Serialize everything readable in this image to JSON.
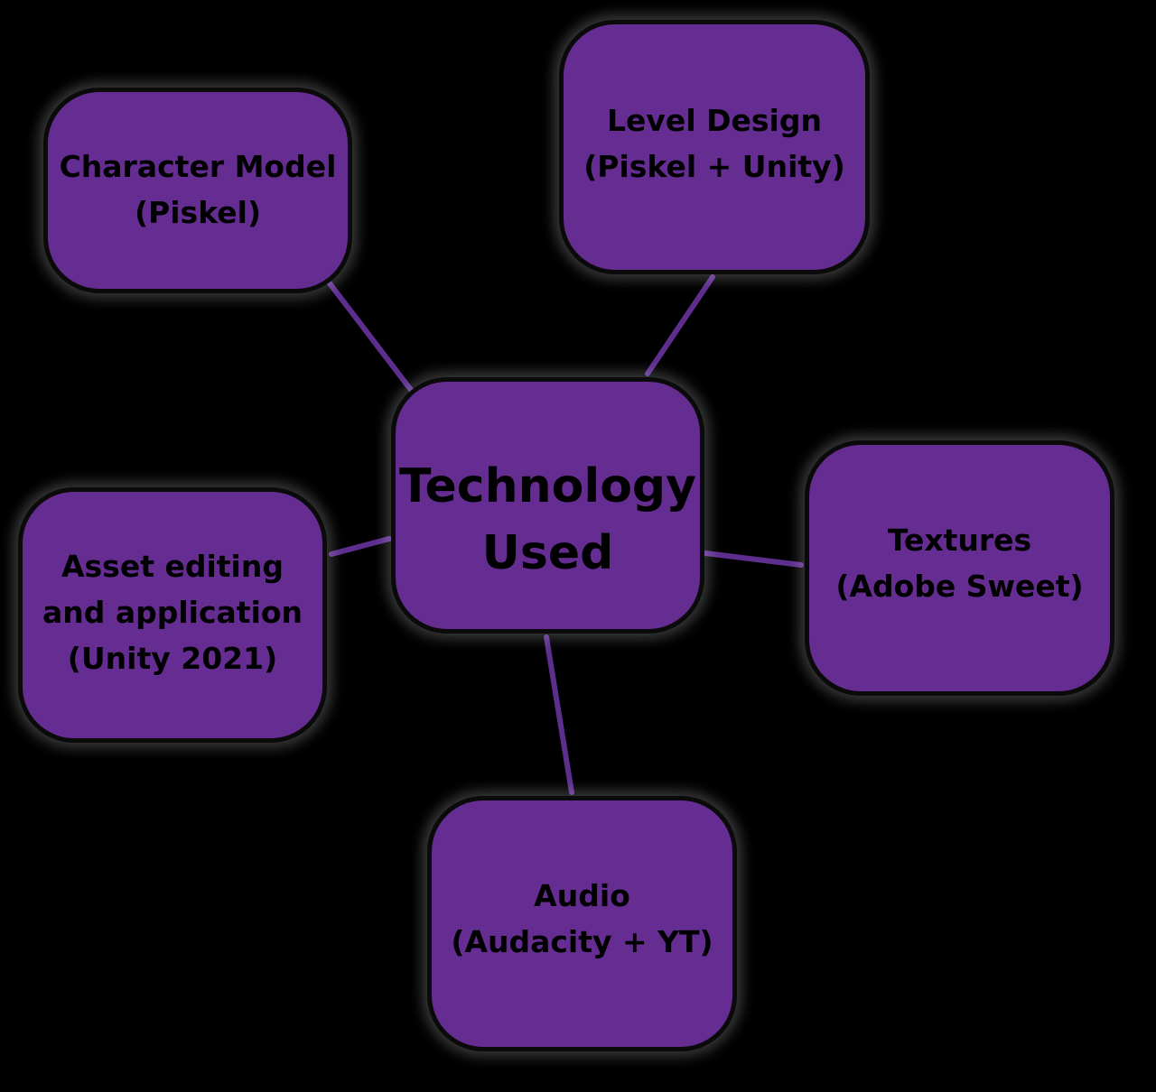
{
  "diagram": {
    "center": {
      "lines": [
        "Technology",
        "Used"
      ]
    },
    "nodes": {
      "character_model": {
        "lines": [
          "Character Model",
          "(Piskel)"
        ]
      },
      "level_design": {
        "lines": [
          "Level Design",
          "(Piskel + Unity)"
        ]
      },
      "asset_editing": {
        "lines": [
          "Asset editing",
          "and application",
          "(Unity 2021)"
        ]
      },
      "textures": {
        "lines": [
          "Textures",
          "(Adobe Sweet)"
        ]
      },
      "audio": {
        "lines": [
          "Audio",
          "(Audacity + YT)"
        ]
      }
    },
    "colors": {
      "background": "#000000",
      "node_fill": "#652d91",
      "connector": "#5e2e8f",
      "text": "#000000"
    }
  }
}
